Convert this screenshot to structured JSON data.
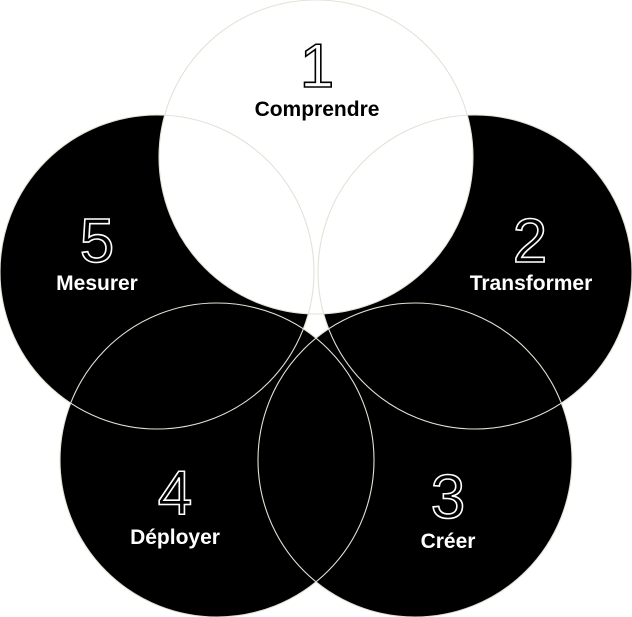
{
  "steps": [
    {
      "number": "1",
      "label": "Comprendre",
      "fill": "#ffffff"
    },
    {
      "number": "2",
      "label": "Transformer",
      "fill": "#000000"
    },
    {
      "number": "3",
      "label": "Créer",
      "fill": "#000000"
    },
    {
      "number": "4",
      "label": "Déployer",
      "fill": "#000000"
    },
    {
      "number": "5",
      "label": "Mesurer",
      "fill": "#000000"
    }
  ],
  "colors": {
    "outline": "#e4e1d6",
    "dark": "#000000",
    "light": "#ffffff"
  }
}
